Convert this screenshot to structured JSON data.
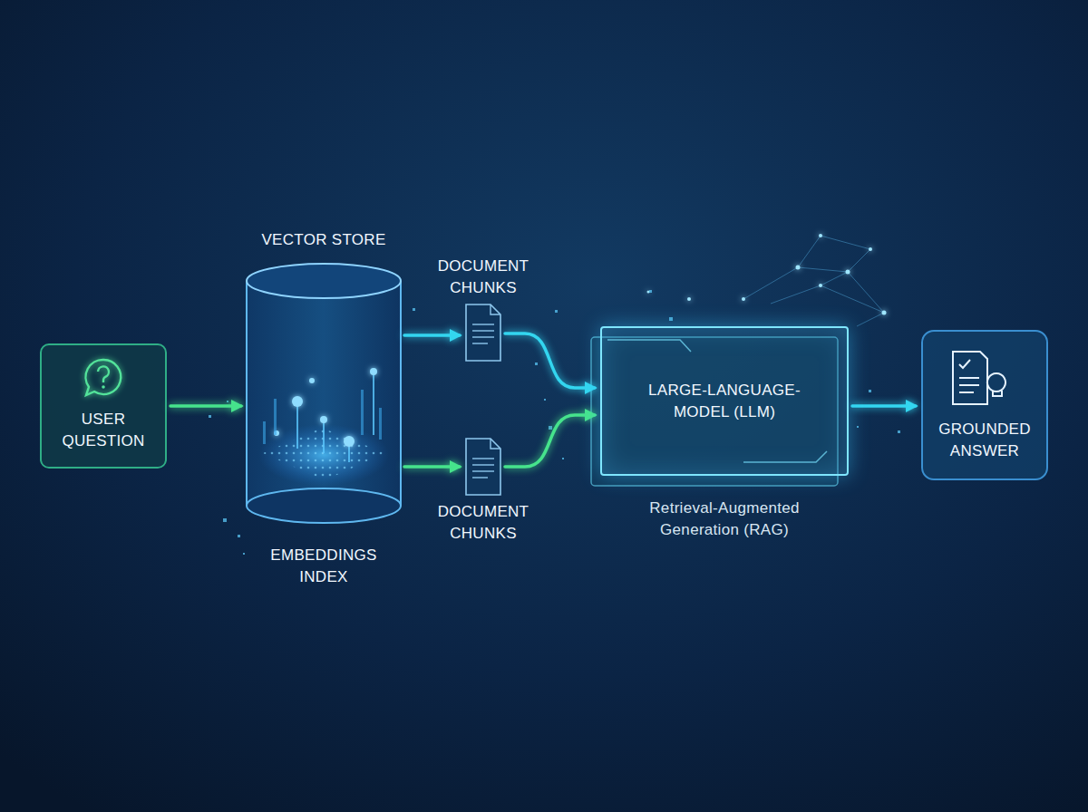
{
  "diagram": {
    "nodes": [
      {
        "text": [
          "USER QUESTION"
        ]
      },
      {
        "text": [
          "VECTOR STORE",
          "EMBEDDINGS INDEX"
        ]
      },
      {
        "text": [
          "DOCUMENT CHUNKS"
        ]
      },
      {
        "text": [
          "DOCUMENT CHUNKS"
        ]
      },
      {
        "text": [
          "LARGE-LANGUAGE-MODEL (LLM)",
          "Retrieval-Augmented Generation (RAG)"
        ]
      },
      {
        "text": [
          "GROUNDED ANSWER"
        ]
      }
    ],
    "edges": [
      {
        "from": 0,
        "to": 1,
        "arrow": "to"
      },
      {
        "from": 1,
        "to": 2,
        "arrow": "to"
      },
      {
        "from": 1,
        "to": 3,
        "arrow": "to"
      },
      {
        "from": 2,
        "to": 4,
        "arrow": "to"
      },
      {
        "from": 3,
        "to": 4,
        "arrow": "to"
      },
      {
        "from": 4,
        "to": 5,
        "arrow": "to"
      }
    ]
  }
}
